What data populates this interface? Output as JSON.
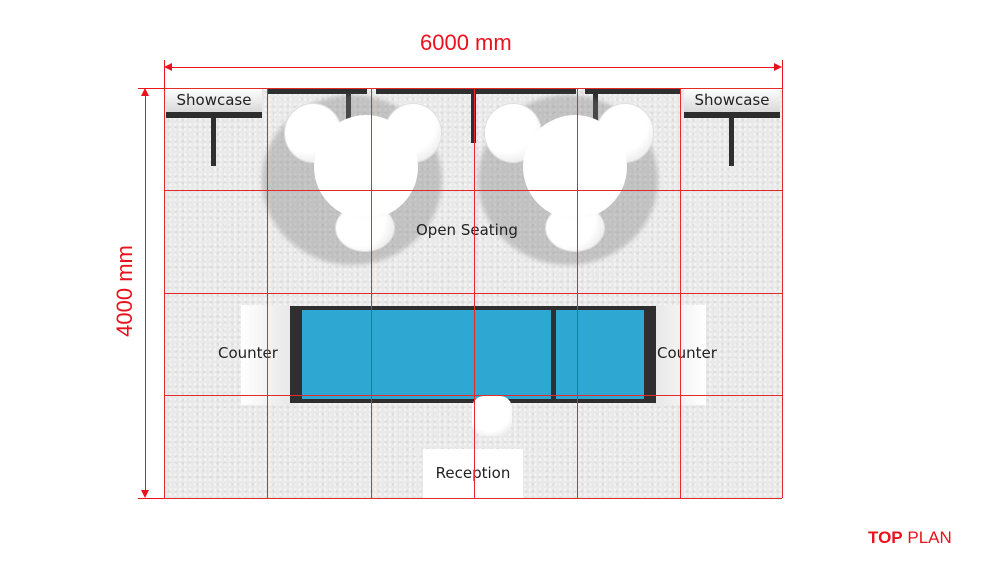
{
  "dimensions": {
    "width_label": "6000 mm",
    "height_label": "4000 mm"
  },
  "zones": {
    "showcase_left": "Showcase",
    "showcase_right": "Showcase",
    "open_seating": "Open Seating",
    "counter_left": "Counter",
    "counter_right": "Counter",
    "reception": "Reception"
  },
  "footer": {
    "title_bold": "TOP",
    "title_light": "PLAN"
  },
  "colors": {
    "dimension_red": "#e8131d",
    "grid_red": "#e32b2b",
    "counter_blue": "#2ea7d3",
    "dark_frame": "#2f2f2f"
  },
  "grid": {
    "columns": 6,
    "rows": 4
  }
}
